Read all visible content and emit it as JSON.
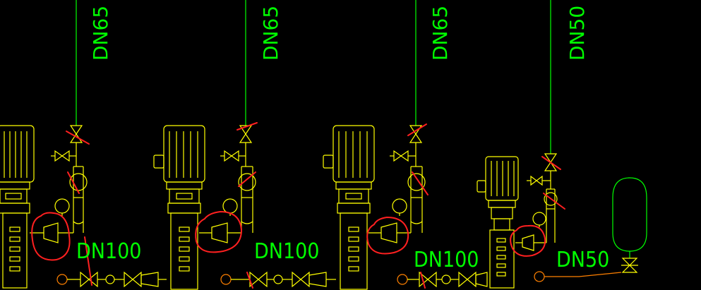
{
  "labels": {
    "riser_1": "DN65",
    "riser_2": "DN65",
    "riser_3": "DN65",
    "riser_4": "DN50",
    "header_1": "DN100",
    "header_2": "DN100",
    "header_3": "DN100",
    "header_4": "DN50"
  },
  "colors": {
    "background": "#000000",
    "pipe": "#00ff00",
    "equipment": "#ffff00",
    "markup": "#ff2020",
    "orange": "#ff8000"
  }
}
